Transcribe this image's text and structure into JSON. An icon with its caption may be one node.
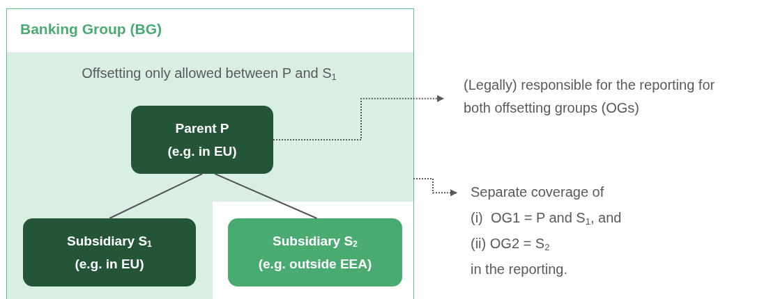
{
  "diagram": {
    "nodes": [
      {
        "text": [
          "Banking Group (BG)"
        ]
      },
      {
        "text": [
          "Offsetting only allowed between P and S$_{1}$"
        ],
        "in": 0
      },
      {
        "text": [
          "Parent P",
          "(e.g. in EU)"
        ],
        "in": 1
      },
      {
        "text": [
          "Subsidiary S$_{1}$",
          "(e.g. in EU)"
        ],
        "in": 1
      },
      {
        "text": [
          "Subsidiary S$_{2}$",
          "(e.g. outside EEA)"
        ],
        "in": 0
      },
      {
        "text": [
          "(Legally) responsible for the reporting for both offsetting groups (OGs)"
        ]
      },
      {
        "text": [
          "Separate coverage of",
          "(i)  OG1 = P and S$_{1}$, and",
          "(ii) OG2 = S$_{2}$",
          "in the reporting."
        ]
      }
    ],
    "edges": [
      {
        "from": 2,
        "to": 3,
        "arrow": "none"
      },
      {
        "from": 2,
        "to": 4,
        "arrow": "none"
      },
      {
        "from": 2,
        "to": 5,
        "arrow": "to",
        "style": "dashed"
      },
      {
        "from": 1,
        "to": 6,
        "arrow": "to",
        "style": "dashed"
      }
    ]
  }
}
